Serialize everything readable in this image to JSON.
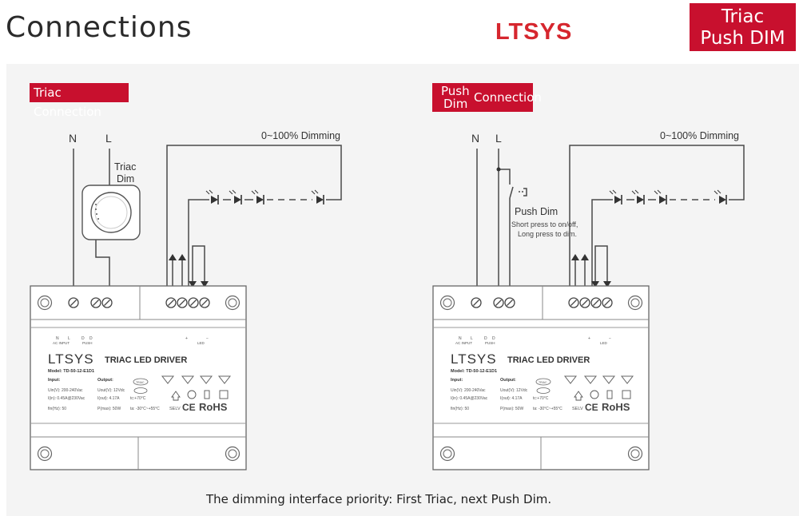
{
  "header": {
    "title": "Connections",
    "brand": "LTSYS",
    "badge_line1": "Triac",
    "badge_line2": "Push DIM"
  },
  "colors": {
    "accent": "#c8102e",
    "brand": "#d6262e",
    "line": "#4a4a4a"
  },
  "left_diagram": {
    "tag": "Triac Connection",
    "label_n": "N",
    "label_l": "L",
    "dimmer_line1": "Triac",
    "dimmer_line2": "Dim",
    "dimming": "0~100% Dimming"
  },
  "right_diagram": {
    "tag_line1": "Push",
    "tag_line2": "Dim",
    "tag_line3": "Connection",
    "label_n": "N",
    "label_l": "L",
    "switch_label": "Push Dim",
    "note_line1": "Short press to on/off,",
    "note_line2": "Long press to dim.",
    "dimming": "0~100% Dimming"
  },
  "driver": {
    "brand": "LTSYS",
    "name": "TRIAC LED DRIVER",
    "model": "Model: TD-50-12-E1D1",
    "input_h": "Input:",
    "output_h": "Output:",
    "r1a": "Uin(V): 200-240Vac",
    "r1b": "Uout(V): 12Vdc",
    "r2a": "I(in): 0.45A@230Vac",
    "r2b": "I(out): 4.17A",
    "r2c": "tc:+70°C",
    "r3a": "fin(Hz): 50",
    "r3b": "P(max): 50W",
    "r3c": "ta: -30°C~+55°C",
    "selv": "SELV",
    "ce": "CE",
    "rohs": "RoHS",
    "triac_mark": "TRIAC",
    "ac_input": "AC INPUT",
    "push": "PUSH",
    "term_n": "N",
    "term_l": "L",
    "term_d": "D",
    "led": "LED",
    "plus": "+",
    "minus": "−"
  },
  "footer": {
    "note": "The dimming interface priority: First Triac, next Push Dim."
  }
}
